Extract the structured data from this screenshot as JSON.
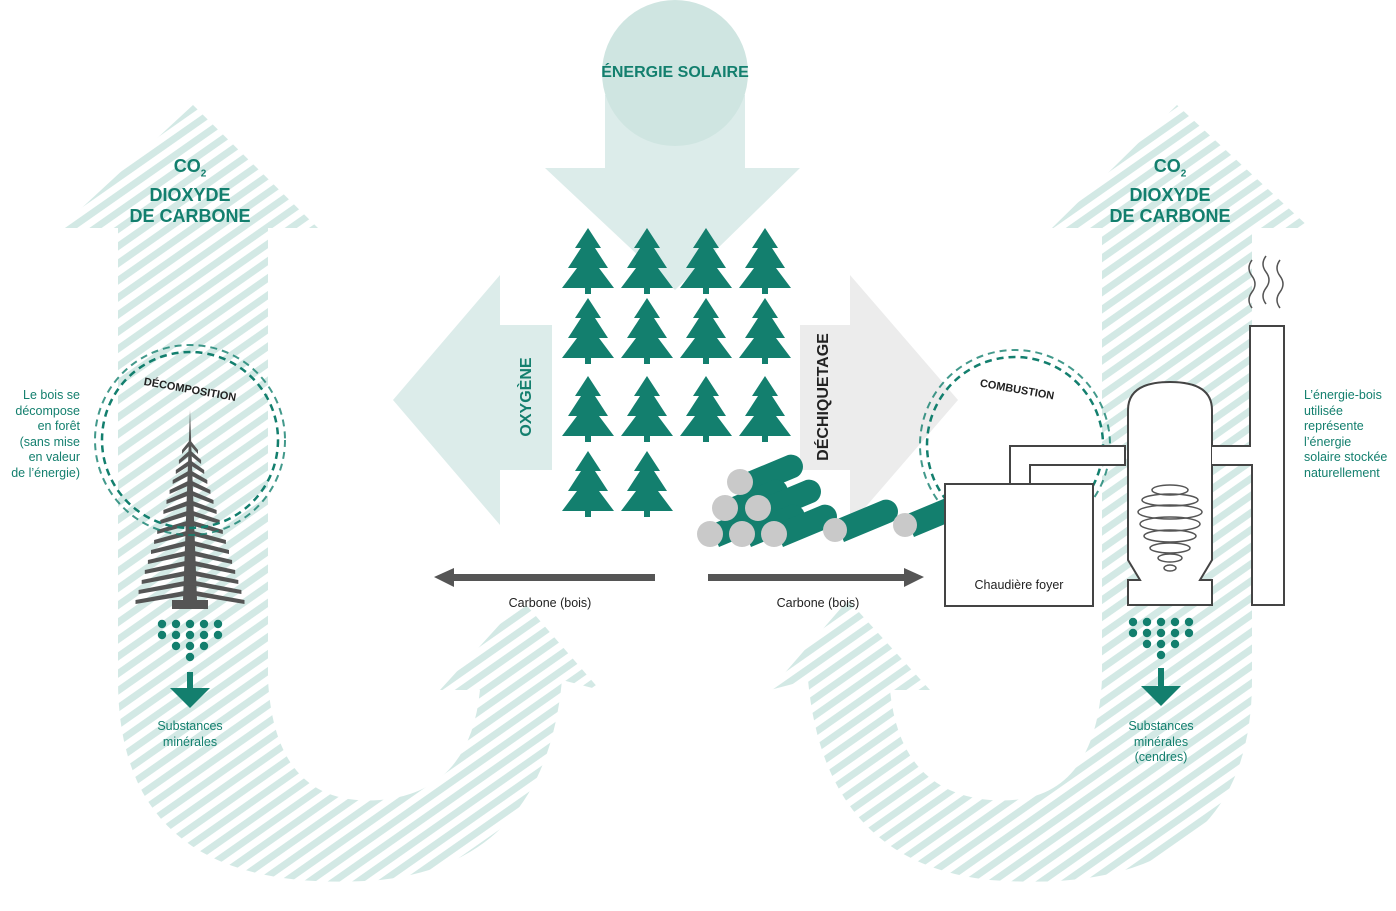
{
  "colors": {
    "teal": "#137f6e",
    "pale_teal": "#dcecea",
    "stripe_teal": "#c8e3de",
    "light_grey": "#ececec",
    "dark_grey": "#555555",
    "log_end": "#c9c9c9"
  },
  "labels": {
    "solar": "ÉNERGIE SOLAIRE",
    "co2_left_prefix": "CO",
    "co2_left_sub": "2",
    "co2_left_line2": "DIOXYDE",
    "co2_left_line3": "DE CARBONE",
    "co2_right_prefix": "CO",
    "co2_right_sub": "2",
    "co2_right_line2": "DIOXYDE",
    "co2_right_line3": "DE CARBONE",
    "oxygene": "OXYGÈNE",
    "dechiquetage": "DÉCHIQUETAGE",
    "decomposition": "DÉCOMPOSITION",
    "combustion": "COMBUSTION",
    "carbone_left": "Carbone (bois)",
    "carbone_right": "Carbone (bois)",
    "chaudiere": "Chaudière foyer",
    "left_note": [
      "Le bois se",
      "décompose",
      "en forêt",
      "(sans mise",
      "en valeur",
      "de l’énergie)"
    ],
    "right_note": [
      "L’énergie-bois",
      "utilisée",
      "représente",
      "l’énergie",
      "solaire stockée",
      "naturellement"
    ],
    "minerals_left": [
      "Substances",
      "minérales"
    ],
    "minerals_right": [
      "Substances",
      "minérales",
      "(cendres)"
    ]
  },
  "icons": {
    "forest": "conifer-tree-icon",
    "dead_tree": "dead-tree-icon",
    "logs": "log-stack-icon",
    "boiler": "boiler-icon",
    "smoke": "smoke-icon",
    "ash": "ash-dots-icon",
    "down_arrow": "down-arrow-icon"
  }
}
